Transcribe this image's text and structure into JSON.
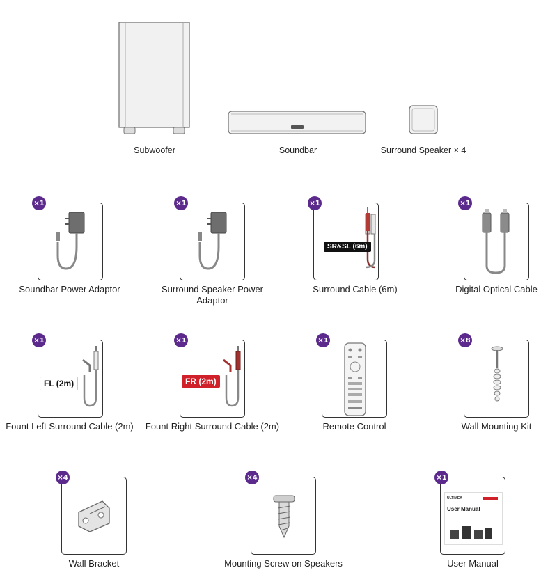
{
  "main_units": [
    {
      "label": "Subwoofer",
      "icon": "subwoofer-icon"
    },
    {
      "label": "Soundbar",
      "icon": "soundbar-icon"
    },
    {
      "label": "Surround Speaker × 4",
      "icon": "surround-speaker-icon"
    }
  ],
  "accessories": [
    {
      "label": "Soundbar Power Adaptor",
      "qty": "×1",
      "icon": "power-adaptor-icon"
    },
    {
      "label": "Surround Speaker Power Adaptor",
      "qty": "×1",
      "icon": "power-adaptor-icon"
    },
    {
      "label": "Surround Cable (6m)",
      "qty": "×1",
      "icon": "surround-cable-icon",
      "tag": "SR&SL (6m)"
    },
    {
      "label": "Digital Optical Cable",
      "qty": "×1",
      "icon": "optical-cable-icon"
    },
    {
      "label": "Fount Left Surround Cable (2m)",
      "qty": "×1",
      "icon": "left-cable-icon",
      "tag": "FL (2m)"
    },
    {
      "label": "Fount Right Surround Cable (2m)",
      "qty": "×1",
      "icon": "right-cable-icon",
      "tag": "FR (2m)"
    },
    {
      "label": "Remote Control",
      "qty": "×1",
      "icon": "remote-control-icon"
    },
    {
      "label": "Wall Mounting Kit",
      "qty": "×8",
      "icon": "wall-anchor-icon"
    },
    {
      "label": "Wall Bracket",
      "qty": "×4",
      "icon": "wall-bracket-icon"
    },
    {
      "label": "Mounting Screw on Speakers",
      "qty": "×4",
      "icon": "screw-icon"
    },
    {
      "label": "User Manual",
      "qty": "×1",
      "icon": "user-manual-icon",
      "manual_title": "User Manual",
      "brand": "ULTIMEA"
    }
  ],
  "colors": {
    "badge": "#5b2a8c",
    "red_tag": "#d0202a",
    "black_tag": "#111111",
    "line": "#333333"
  }
}
